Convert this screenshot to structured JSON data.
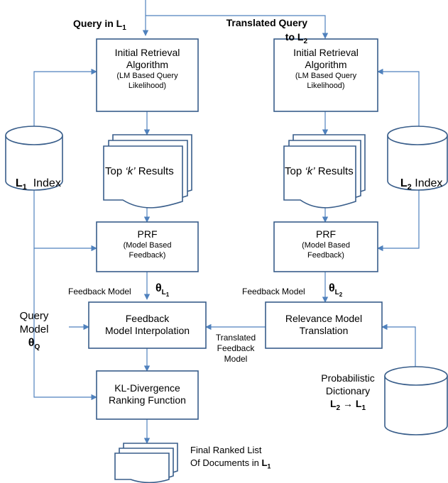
{
  "labels": {
    "query_in": "Query in L",
    "query_in_sub": "1",
    "translated_query_line1": "Translated Query",
    "translated_query_line2": "to L",
    "translated_query_sub": "2"
  },
  "left_retrieval": {
    "title_line1": "Initial Retrieval",
    "title_line2": "Algorithm",
    "sub_line1": "(LM Based Query",
    "sub_line2": "Likelihood)"
  },
  "right_retrieval": {
    "title_line1": "Initial Retrieval",
    "title_line2": "Algorithm",
    "sub_line1": "(LM Based Query",
    "sub_line2": "Likelihood)"
  },
  "left_results": {
    "prefix": "Top ",
    "k": "‘k’",
    "suffix": " Results"
  },
  "right_results": {
    "prefix": "Top ",
    "k": "‘k’",
    "suffix": " Results"
  },
  "left_index": {
    "l": "L",
    "sub": "1",
    "text": "  Index"
  },
  "right_index": {
    "l": "L",
    "sub": "2",
    "text": " Index"
  },
  "left_prf": {
    "title": "PRF",
    "sub_line1": "(Model Based",
    "sub_line2": "Feedback)"
  },
  "right_prf": {
    "title": "PRF",
    "sub_line1": "(Model Based",
    "sub_line2": "Feedback)"
  },
  "left_feedback": {
    "label": "Feedback Model",
    "theta": "θ",
    "sub": "L",
    "subsub": "1"
  },
  "right_feedback": {
    "label": "Feedback Model",
    "theta": "θ",
    "sub": "L",
    "subsub": "2"
  },
  "interpolation": {
    "line1": "Feedback",
    "line2": "Model Interpolation"
  },
  "relevance_translation": {
    "line1": "Relevance Model",
    "line2": "Translation"
  },
  "translated_feedback": {
    "line1": "Translated",
    "line2": "Feedback",
    "line3": "Model"
  },
  "query_model": {
    "line1": "Query",
    "line2": "Model",
    "theta": "θ",
    "sub": "Q"
  },
  "kl_ranking": {
    "line1": "KL-Divergence",
    "line2": "Ranking Function"
  },
  "dictionary": {
    "line1": "Probabilistic",
    "line2": "Dictionary",
    "from": "L",
    "from_sub": "2",
    "arrow": " → ",
    "to": "L",
    "to_sub": "1"
  },
  "final_list": {
    "line1": "Final Ranked List",
    "line2": "Of Documents in ",
    "l": "L",
    "sub": "1"
  },
  "colors": {
    "line": "#4f81bd",
    "box_border": "#385d8a"
  }
}
